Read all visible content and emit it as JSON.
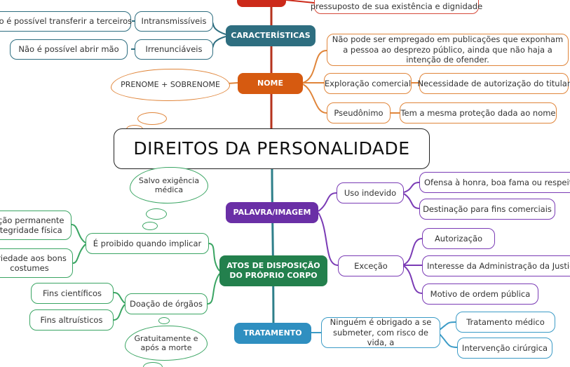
{
  "central": "DIREITOS DA PERSONALIDADE",
  "top_partial": {
    "node": "pressuposto de sua existência e dignidade"
  },
  "caracteristicas": {
    "label": "CARACTERÍSTICAS",
    "items": [
      {
        "label": "Intransmissíveis",
        "note": "Não é possível transferir a terceiros"
      },
      {
        "label": "Irrenunciáveis",
        "note": "Não é possível abrir mão"
      }
    ]
  },
  "nome": {
    "label": "NOME",
    "cloud": "PRENOME + SOBRENOME",
    "items": [
      {
        "label": "Não pode ser empregado em publicações que exponham a pessoa ao desprezo público, ainda que não haja a intenção de ofender."
      },
      {
        "label": "Exploração comercial",
        "note": "Necessidade de autorização do titular"
      },
      {
        "label": "Pseudônimo",
        "note": "Tem a mesma proteção dada ao nome"
      }
    ]
  },
  "palavra_imagem": {
    "label": "PALAVRA/IMAGEM",
    "uso_indevido": {
      "label": "Uso indevido",
      "items": [
        "Ofensa à honra, boa fama ou respeitab",
        "Destinação para fins comerciais"
      ]
    },
    "excecao": {
      "label": "Exceção",
      "items": [
        "Autorização",
        "Interesse da Administração da Justiç",
        "Motivo de ordem pública"
      ]
    }
  },
  "atos": {
    "label": "ATOS DE DISPOSIÇÃO DO PRÓPRIO CORPO",
    "cloud_top": "Salvo exigência médica",
    "proibido": {
      "label": "É proibido quando implicar",
      "items": [
        "uição permanente integridade física",
        "ariedade aos bons costumes"
      ]
    },
    "doacao": {
      "label": "Doação de órgãos",
      "items": [
        "Fins científicos",
        "Fins altruísticos"
      ],
      "cloud": "Gratuitamente e após a morte"
    }
  },
  "tratamento": {
    "label": "TRATAMENTO",
    "node": "Ninguém é obrigado a se submeter, com risco de vida, a",
    "items": [
      "Tratamento médico",
      "Intervenção cirúrgica"
    ]
  },
  "colors": {
    "nome": "#d65a10",
    "caracteristicas": "#2e6e80",
    "palavra": "#6a2fa6",
    "atos": "#23804d",
    "tratamento": "#2f8fc0",
    "top": "#cc2a1a",
    "trunk": "#b5321c"
  }
}
